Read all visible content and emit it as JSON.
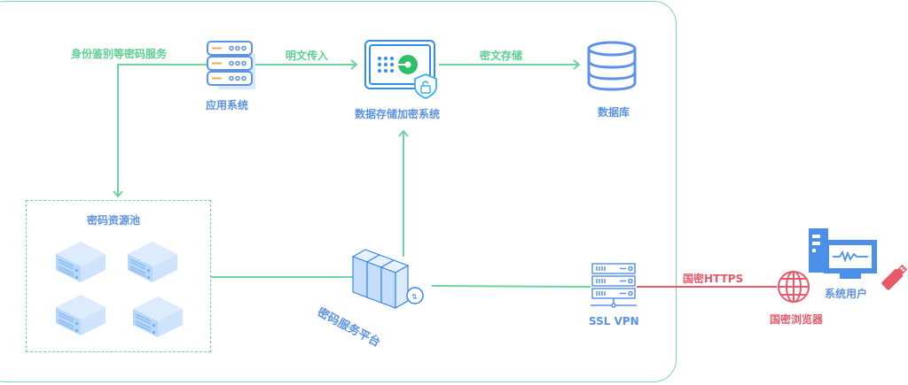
{
  "colors": {
    "frame": "#7fd8ab",
    "line_green": "#6fd3a0",
    "line_red": "#e85a6a",
    "icon_blue": "#5b93e6",
    "icon_light_blue": "#bcdcf9",
    "accent_orange": "#f7a95b",
    "accent_green": "#2fbf68"
  },
  "edges": {
    "identity_service": "身份鉴别等密码服务",
    "plaintext_in": "明文传入",
    "ciphertext_store": "密文存储",
    "guomi_https": "国密HTTPS"
  },
  "nodes": {
    "app_system": {
      "label": "应用系统",
      "icon": "server-stack-icon"
    },
    "data_encrypt_system": {
      "label": "数据存储加密系统",
      "icon": "safe-box-lock-icon"
    },
    "database": {
      "label": "数据库",
      "icon": "database-icon"
    },
    "resource_pool": {
      "label": "密码资源池",
      "icon": "server-box-icon",
      "server_count": 4
    },
    "crypto_platform": {
      "label": "密码服务平台",
      "icon": "server-cabinet-icon"
    },
    "ssl_vpn": {
      "label": "SSL VPN",
      "icon": "vpn-server-icon"
    },
    "guomi_browser": {
      "label": "国密浏览器",
      "icon": "globe-icon"
    },
    "system_user": {
      "label": "系统用户",
      "icon": "desktop-computer-icon"
    },
    "usb_key": {
      "icon": "usb-key-icon"
    }
  }
}
